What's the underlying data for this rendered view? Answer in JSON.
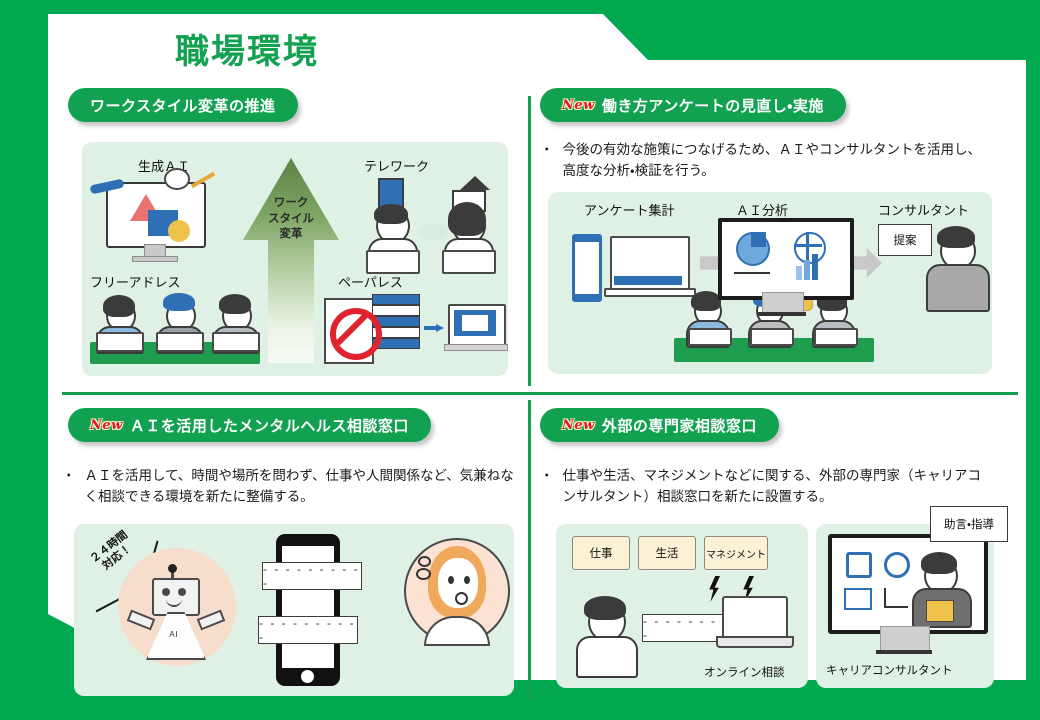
{
  "slide": {
    "title": "職場環境",
    "accent_green": "#12a150",
    "frame_green": "#00a84f",
    "panel_mint": "#dff0e4",
    "new_badge_text": "New",
    "new_badge_color": "#e8112d",
    "bullet_marker": "・"
  },
  "sections": [
    {
      "id": "work-style-reform",
      "heading": "ワークスタイル変革の推進",
      "has_new_badge": false,
      "bullets": [],
      "figure": {
        "arrow_label": "ワーク\nスタイル\n変革",
        "arrow_label_lines": [
          "ワーク",
          "スタイル",
          "変革"
        ],
        "labels": [
          "生成ＡＩ",
          "テレワーク",
          "フリーアドレス",
          "ペーパレス"
        ]
      }
    },
    {
      "id": "work-style-survey",
      "heading": "働き方アンケートの見直し・実施",
      "has_new_badge": true,
      "bullets": [
        "今後の有効な施策につなげるため、ＡＩやコンサルタントを活用し、高度な分析・検証を行う。"
      ],
      "figure": {
        "labels": [
          "アンケート集計",
          "ＡＩ分析",
          "コンサルタント"
        ],
        "bubbles": [
          "提案"
        ]
      }
    },
    {
      "id": "ai-mental-health-desk",
      "heading": "ＡＩを活用したメンタルヘルス相談窓口",
      "has_new_badge": true,
      "bullets": [
        "ＡＩを活用して、時間や場所を問わず、仕事や人間関係など、気兼ねなく相談できる環境を新たに整備する。"
      ],
      "figure": {
        "annotation": "２４時間\n対応！",
        "annotation_lines": [
          "２４時間",
          "対応！"
        ],
        "robot_label": "AI",
        "chat_lines": [
          "- - - - - - - - - -",
          "- - - - - - - - - -"
        ]
      }
    },
    {
      "id": "external-expert-desk",
      "heading": "外部の専門家相談窓口",
      "has_new_badge": true,
      "bullets": [
        "仕事や生活、マネジメントなどに関する、外部の専門家（キャリアコンサルタント）相談窓口を新たに設置する。"
      ],
      "figure": {
        "topic_bubbles": [
          "仕事",
          "生活",
          "マネジメント"
        ],
        "chat_line": "- - - - - - - -",
        "labels": [
          "オンライン相談",
          "キャリアコンサルタント"
        ],
        "bubbles": [
          "助言・指導"
        ]
      }
    }
  ]
}
